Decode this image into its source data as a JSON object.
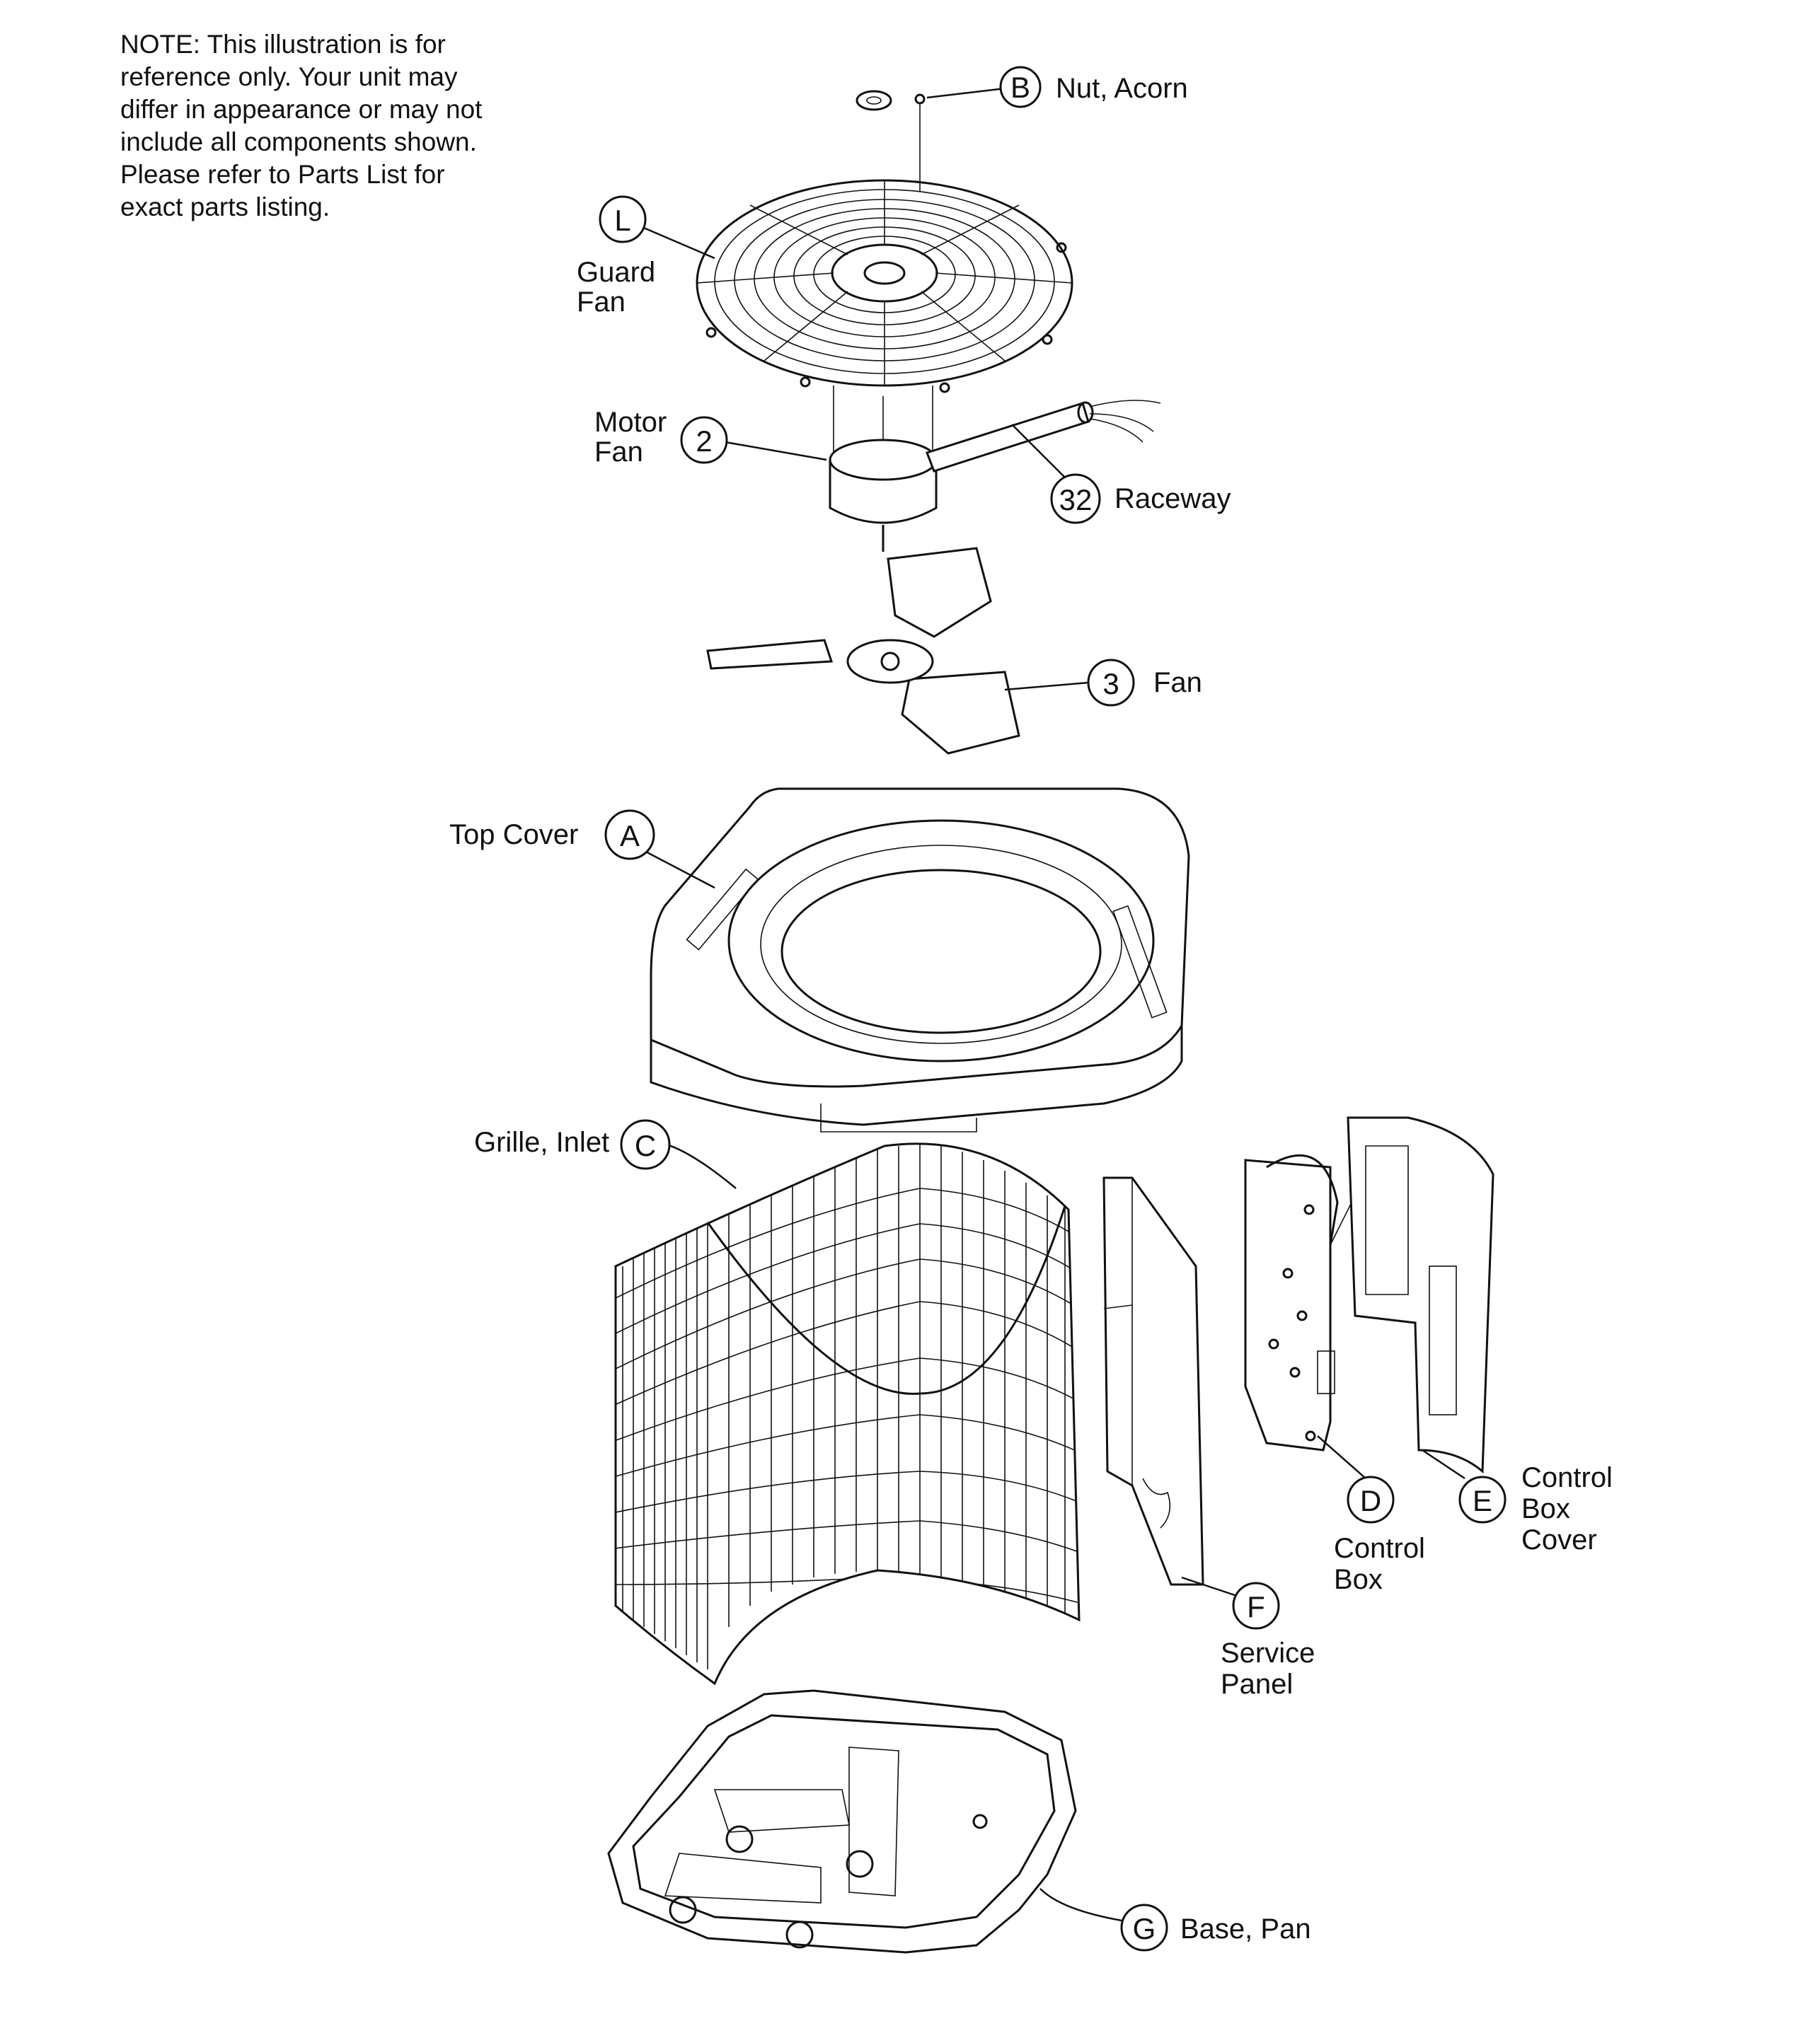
{
  "note": "NOTE: This illustration is for\nreference only.  Your unit may\ndiffer in appearance or may not\ninclude all components shown.\nPlease refer to Parts List for\nexact parts listing.",
  "callouts": [
    {
      "id": "B",
      "label": "Nut, Acorn"
    },
    {
      "id": "L",
      "label_lines": [
        "Guard",
        "Fan"
      ]
    },
    {
      "id": "2",
      "label_lines": [
        "Motor",
        "Fan"
      ]
    },
    {
      "id": "32",
      "label": "Raceway"
    },
    {
      "id": "3",
      "label": "Fan"
    },
    {
      "id": "A",
      "label": "Top Cover"
    },
    {
      "id": "C",
      "label": "Grille, Inlet"
    },
    {
      "id": "D",
      "label_lines": [
        "Control",
        "Box"
      ]
    },
    {
      "id": "E",
      "label_lines": [
        "Control",
        "Box",
        "Cover"
      ]
    },
    {
      "id": "F",
      "label_lines": [
        "Service",
        "Panel"
      ]
    },
    {
      "id": "G",
      "label": "Base, Pan"
    }
  ]
}
